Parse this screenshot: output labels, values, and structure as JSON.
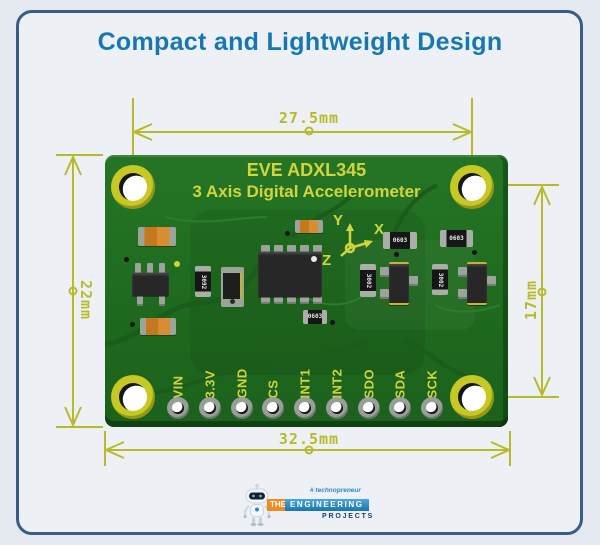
{
  "header": {
    "title": "Compact and Lightweight Design"
  },
  "board": {
    "silkscreen": {
      "line1": "EVE ADXL345",
      "line2": "3 Axis Digital Accelerometer"
    },
    "pins": [
      "VIN",
      "3.3V",
      "GND",
      "CS",
      "INT1",
      "INT2",
      "SDO",
      "SDA",
      "SCK"
    ],
    "axis": {
      "x": "X",
      "y": "Y",
      "z": "Z"
    },
    "component_labels": {
      "r1": "3092",
      "r2": "0603",
      "r3": "0603",
      "r4": "0603",
      "d1": "3002",
      "d2": "3002"
    }
  },
  "dimensions": {
    "width_top": "27.5mm",
    "width_bottom": "32.5mm",
    "height_left": "22mm",
    "height_right": "17mm"
  },
  "logo": {
    "tagline": "# technopreneur",
    "word1": "THE",
    "word2": "ENGINEERING",
    "word3": "PROJECTS"
  },
  "colors": {
    "title_blue": "#1778b0",
    "frame_blue": "#3a5c84",
    "pcb_green": "#206b20",
    "silkscreen_yellow": "#d2d43c",
    "dimension_yellow": "#b8ba28",
    "background": "#e3e9ef"
  }
}
